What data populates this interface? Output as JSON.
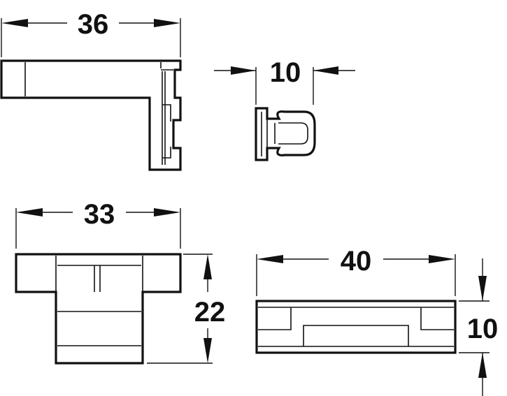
{
  "dimensions": {
    "top_left_width": "36",
    "top_right_width": "10",
    "bottom_left_width": "33",
    "bottom_left_height": "22",
    "bottom_right_width": "40",
    "bottom_right_height": "10"
  }
}
